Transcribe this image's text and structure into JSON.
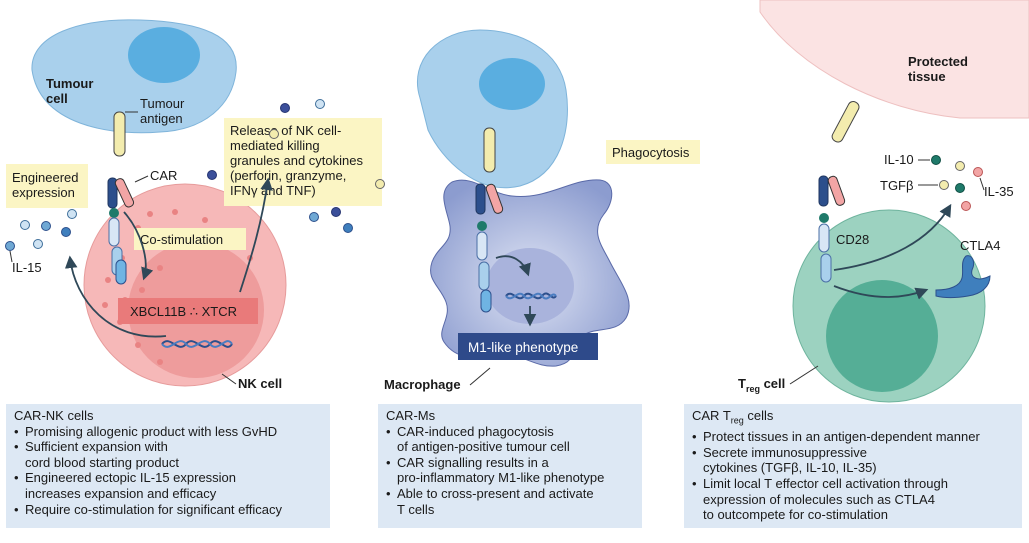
{
  "nk": {
    "tumour_cell_label": "Tumour\ncell",
    "tumour_antigen_label": "Tumour\nantigen",
    "car_label": "CAR",
    "engineered_label": "Engineered\nexpression",
    "release_label": "Release of NK cell-\nmediated killing\ngranules and cytokines\n(perforin, granzyme,\nIFNγ and TNF)",
    "costim_label": "Co-stimulation",
    "il15_label": "IL-15",
    "tf_label": "XBCL11B ∴ XTCR",
    "cell_label": "NK cell",
    "panel": {
      "title": "CAR-NK cells",
      "bullets": [
        "Promising allogenic product with less GvHD",
        "Sufficient expansion with\ncord blood starting product",
        "Engineered ectopic IL-15 expression\nincreases expansion and efficacy",
        "Require co-stimulation for significant efficacy"
      ]
    }
  },
  "macrophage": {
    "phagocytosis_label": "Phagocytosis",
    "phenotype_label": "M1-like phenotype",
    "cell_label": "Macrophage",
    "panel": {
      "title": "CAR-Ms",
      "bullets": [
        "CAR-induced phagocytosis\nof antigen-positive tumour cell",
        "CAR signalling results in a\npro-inflammatory M1-like phenotype",
        "Able to cross-present and activate\nT cells"
      ]
    }
  },
  "treg": {
    "protected_label": "Protected\ntissue",
    "il10_label": "IL-10",
    "tgfb_label": "TGFβ",
    "il35_label": "IL-35",
    "cd28_label": "CD28",
    "ctla4_label": "CTLA4",
    "cell_label": "T",
    "cell_label_sub": "reg",
    "cell_label_suffix": " cell",
    "panel": {
      "title": "CAR T",
      "title_sub": "reg",
      "title_suffix": " cells",
      "bullets": [
        "Protect tissues in an antigen-dependent manner",
        "Secrete immunosuppressive\ncytokines (TGFβ, IL-10, IL-35)",
        "Limit local T effector cell activation through\nexpression of molecules such as CTLA4\nto outcompete for co-stimulation"
      ]
    }
  },
  "colors": {
    "tumour_cell": "#a9d0ec",
    "tumour_nucleus": "#5aaee0",
    "nk_cell": "#f6b8b8",
    "nk_nucleus": "#ee9c9c",
    "macrophage": "#8c9ccf",
    "treg_cell": "#9cd2c0",
    "treg_nucleus": "#55ae96",
    "protected_tissue": "#fbe3e3",
    "callout": "#fbf5c4",
    "panel": "#dde8f4",
    "tf_box": "#e97a7a",
    "phenotype_box": "#2e4a8a"
  }
}
